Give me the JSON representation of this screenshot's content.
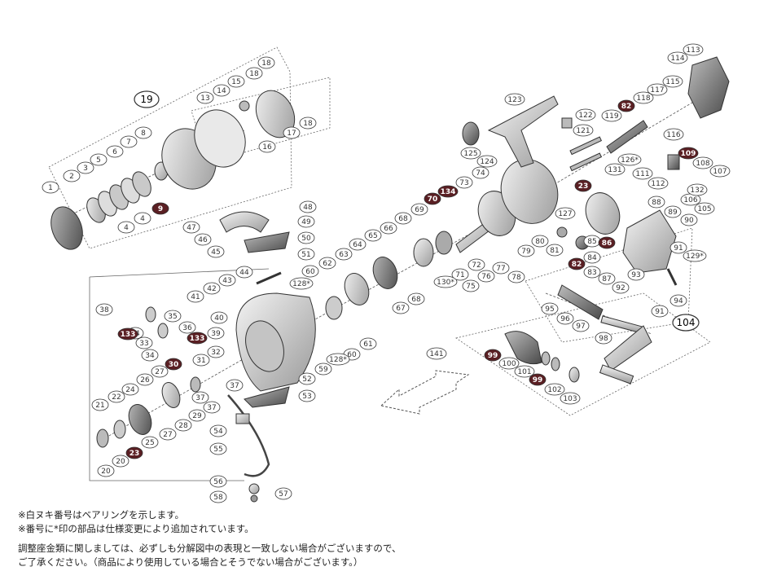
{
  "diagram": {
    "colors": {
      "ink": "#333333",
      "part_fill": "#e8e8e8",
      "part_dark": "#777777",
      "bearing_fill": "#5a1f23",
      "bearing_text": "#ffffff",
      "callout_fill": "#ffffff"
    },
    "assembly_labels": [
      "19",
      "104"
    ],
    "parts": [
      {
        "n": "1",
        "bearing": false
      },
      {
        "n": "2",
        "bearing": false
      },
      {
        "n": "3",
        "bearing": false
      },
      {
        "n": "4",
        "bearing": false
      },
      {
        "n": "4",
        "bearing": false
      },
      {
        "n": "5",
        "bearing": false
      },
      {
        "n": "6",
        "bearing": false
      },
      {
        "n": "7",
        "bearing": false
      },
      {
        "n": "8",
        "bearing": false
      },
      {
        "n": "9",
        "bearing": true
      },
      {
        "n": "13",
        "bearing": false
      },
      {
        "n": "14",
        "bearing": false
      },
      {
        "n": "15",
        "bearing": false
      },
      {
        "n": "16",
        "bearing": false
      },
      {
        "n": "17",
        "bearing": false
      },
      {
        "n": "18",
        "bearing": false
      },
      {
        "n": "18",
        "bearing": false
      },
      {
        "n": "18",
        "bearing": false
      },
      {
        "n": "20",
        "bearing": false
      },
      {
        "n": "20",
        "bearing": false
      },
      {
        "n": "21",
        "bearing": false
      },
      {
        "n": "22",
        "bearing": false
      },
      {
        "n": "23",
        "bearing": true
      },
      {
        "n": "23",
        "bearing": true
      },
      {
        "n": "24",
        "bearing": false
      },
      {
        "n": "25",
        "bearing": false
      },
      {
        "n": "26",
        "bearing": false
      },
      {
        "n": "27",
        "bearing": false
      },
      {
        "n": "27",
        "bearing": false
      },
      {
        "n": "28",
        "bearing": false
      },
      {
        "n": "29",
        "bearing": false
      },
      {
        "n": "30",
        "bearing": true
      },
      {
        "n": "31",
        "bearing": false
      },
      {
        "n": "32",
        "bearing": false
      },
      {
        "n": "33",
        "bearing": false
      },
      {
        "n": "34",
        "bearing": false
      },
      {
        "n": "34",
        "bearing": false
      },
      {
        "n": "35",
        "bearing": false
      },
      {
        "n": "36",
        "bearing": false
      },
      {
        "n": "37",
        "bearing": false
      },
      {
        "n": "37",
        "bearing": false
      },
      {
        "n": "37",
        "bearing": false
      },
      {
        "n": "38",
        "bearing": false
      },
      {
        "n": "39",
        "bearing": false
      },
      {
        "n": "40",
        "bearing": false
      },
      {
        "n": "41",
        "bearing": false
      },
      {
        "n": "42",
        "bearing": false
      },
      {
        "n": "43",
        "bearing": false
      },
      {
        "n": "44",
        "bearing": false
      },
      {
        "n": "45",
        "bearing": false
      },
      {
        "n": "46",
        "bearing": false
      },
      {
        "n": "47",
        "bearing": false
      },
      {
        "n": "48",
        "bearing": false
      },
      {
        "n": "49",
        "bearing": false
      },
      {
        "n": "50",
        "bearing": false
      },
      {
        "n": "51",
        "bearing": false
      },
      {
        "n": "52",
        "bearing": false
      },
      {
        "n": "53",
        "bearing": false
      },
      {
        "n": "54",
        "bearing": false
      },
      {
        "n": "55",
        "bearing": false
      },
      {
        "n": "56",
        "bearing": false
      },
      {
        "n": "57",
        "bearing": false
      },
      {
        "n": "58",
        "bearing": false
      },
      {
        "n": "59",
        "bearing": false
      },
      {
        "n": "60",
        "bearing": false
      },
      {
        "n": "60",
        "bearing": false
      },
      {
        "n": "61",
        "bearing": false
      },
      {
        "n": "62",
        "bearing": false
      },
      {
        "n": "63",
        "bearing": false
      },
      {
        "n": "64",
        "bearing": false
      },
      {
        "n": "65",
        "bearing": false
      },
      {
        "n": "66",
        "bearing": false
      },
      {
        "n": "67",
        "bearing": false
      },
      {
        "n": "68",
        "bearing": false
      },
      {
        "n": "68",
        "bearing": false
      },
      {
        "n": "69",
        "bearing": false
      },
      {
        "n": "70",
        "bearing": true
      },
      {
        "n": "71",
        "bearing": false
      },
      {
        "n": "72",
        "bearing": false
      },
      {
        "n": "73",
        "bearing": false
      },
      {
        "n": "74",
        "bearing": false
      },
      {
        "n": "75",
        "bearing": false
      },
      {
        "n": "76",
        "bearing": false
      },
      {
        "n": "77",
        "bearing": false
      },
      {
        "n": "78",
        "bearing": false
      },
      {
        "n": "79",
        "bearing": false
      },
      {
        "n": "80",
        "bearing": false
      },
      {
        "n": "81",
        "bearing": false
      },
      {
        "n": "82",
        "bearing": true
      },
      {
        "n": "82",
        "bearing": true
      },
      {
        "n": "83",
        "bearing": false
      },
      {
        "n": "84",
        "bearing": false
      },
      {
        "n": "85",
        "bearing": false
      },
      {
        "n": "86",
        "bearing": true
      },
      {
        "n": "87",
        "bearing": false
      },
      {
        "n": "88",
        "bearing": false
      },
      {
        "n": "89",
        "bearing": false
      },
      {
        "n": "90",
        "bearing": false
      },
      {
        "n": "91",
        "bearing": false
      },
      {
        "n": "91",
        "bearing": false
      },
      {
        "n": "92",
        "bearing": false
      },
      {
        "n": "93",
        "bearing": false
      },
      {
        "n": "94",
        "bearing": false
      },
      {
        "n": "95",
        "bearing": false
      },
      {
        "n": "96",
        "bearing": false
      },
      {
        "n": "97",
        "bearing": false
      },
      {
        "n": "98",
        "bearing": false
      },
      {
        "n": "99",
        "bearing": true
      },
      {
        "n": "99",
        "bearing": true
      },
      {
        "n": "100",
        "bearing": false
      },
      {
        "n": "101",
        "bearing": false
      },
      {
        "n": "102",
        "bearing": false
      },
      {
        "n": "103",
        "bearing": false
      },
      {
        "n": "105",
        "bearing": false
      },
      {
        "n": "106",
        "bearing": false
      },
      {
        "n": "107",
        "bearing": false
      },
      {
        "n": "108",
        "bearing": false
      },
      {
        "n": "109",
        "bearing": true
      },
      {
        "n": "111",
        "bearing": false
      },
      {
        "n": "112",
        "bearing": false
      },
      {
        "n": "113",
        "bearing": false
      },
      {
        "n": "114",
        "bearing": false
      },
      {
        "n": "115",
        "bearing": false
      },
      {
        "n": "116",
        "bearing": false
      },
      {
        "n": "117",
        "bearing": false
      },
      {
        "n": "118",
        "bearing": false
      },
      {
        "n": "119",
        "bearing": false
      },
      {
        "n": "121",
        "bearing": false
      },
      {
        "n": "122",
        "bearing": false
      },
      {
        "n": "123",
        "bearing": false
      },
      {
        "n": "124",
        "bearing": false
      },
      {
        "n": "125",
        "bearing": false
      },
      {
        "n": "126*",
        "bearing": false
      },
      {
        "n": "127",
        "bearing": false
      },
      {
        "n": "128*",
        "bearing": false
      },
      {
        "n": "128*",
        "bearing": false
      },
      {
        "n": "129*",
        "bearing": false
      },
      {
        "n": "130*",
        "bearing": false
      },
      {
        "n": "131",
        "bearing": false
      },
      {
        "n": "132",
        "bearing": false
      },
      {
        "n": "133",
        "bearing": true
      },
      {
        "n": "133",
        "bearing": true
      },
      {
        "n": "134",
        "bearing": true
      },
      {
        "n": "141",
        "bearing": false
      }
    ]
  },
  "notes": {
    "line1": "※白ヌキ番号はベアリングを示します。",
    "line2": "※番号に*印の部品は仕様変更により追加されています。",
    "line3": "調整座金類に関しましては、必ずしも分解図中の表現と一致しない場合がございますので、",
    "line4": "ご了承ください。（商品により使用している場合とそうでない場合がございます。）"
  }
}
